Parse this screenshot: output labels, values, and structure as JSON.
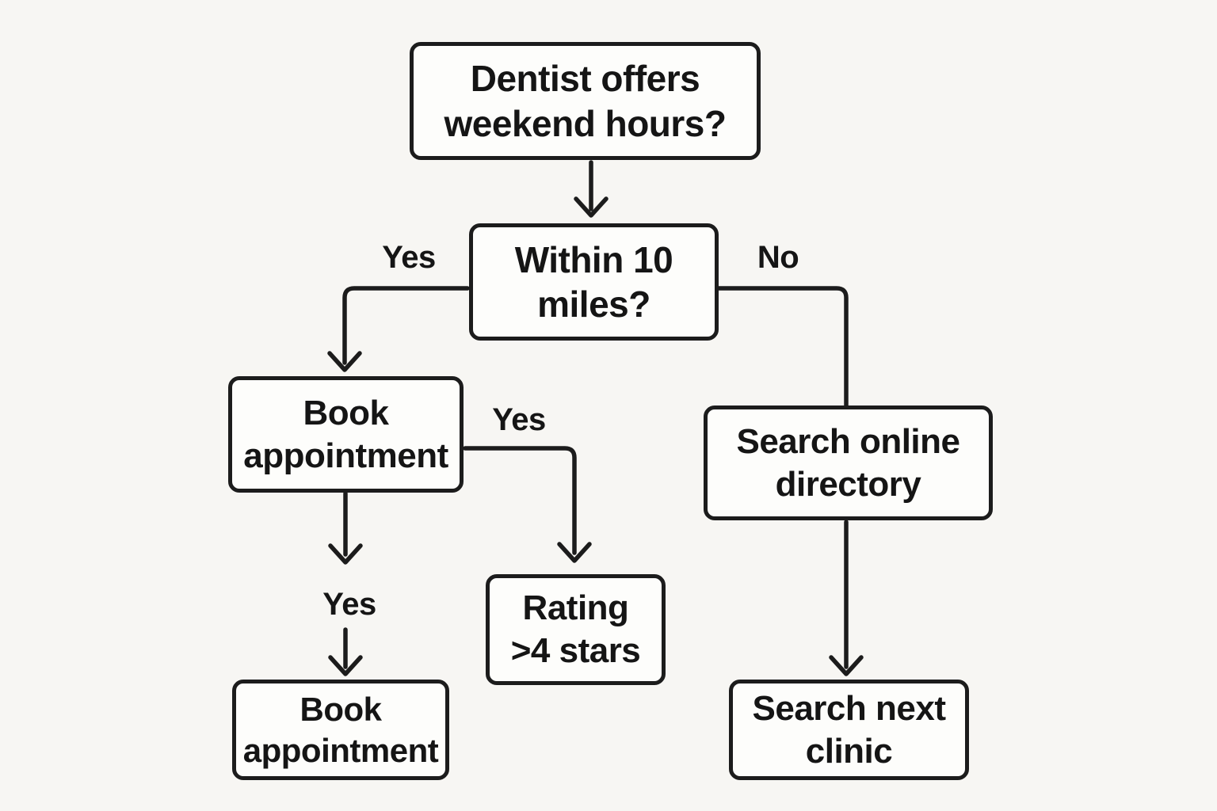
{
  "theme": {
    "background": "#f7f6f3",
    "node_fill": "#fdfdfb",
    "line_color": "#1c1c1c",
    "text_color": "#151515"
  },
  "flowchart": {
    "nodes": {
      "dentist": {
        "line1": "Dentist offers",
        "line2": "weekend hours?"
      },
      "within10": {
        "line1": "Within 10",
        "line2": "miles?"
      },
      "book1": {
        "line1": "Book",
        "line2": "appointment"
      },
      "rating": {
        "line1": "Rating",
        "line2": ">4 stars"
      },
      "book2": {
        "line1": "Book",
        "line2": "appointment"
      },
      "directory": {
        "line1": "Search online",
        "line2": "directory"
      },
      "nextclinic": {
        "line1": "Search next",
        "line2": "clinic"
      }
    },
    "edge_labels": {
      "within10_yes": "Yes",
      "within10_no": "No",
      "book_rating_yes": "Yes",
      "book_book_yes": "Yes"
    }
  }
}
